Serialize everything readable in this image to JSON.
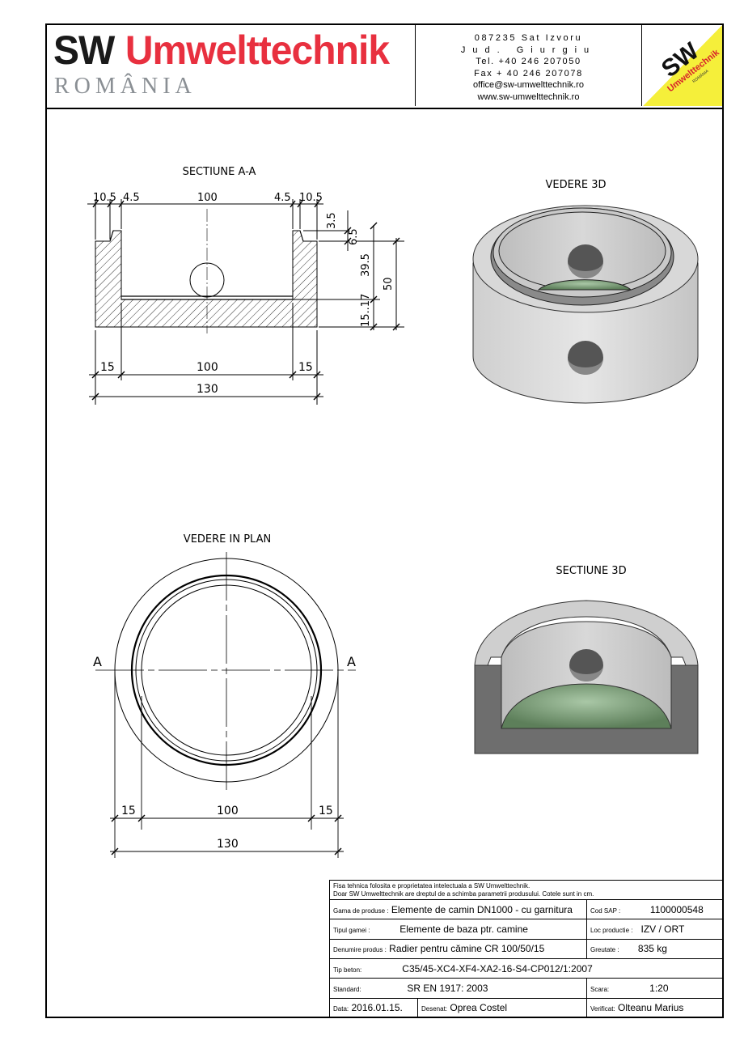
{
  "header": {
    "company": "SW",
    "brand": "Umwelttechnik",
    "country": "ROMÂNIA",
    "address_lines": [
      "087235 Sat Izvoru",
      "Jud. Giurgiu",
      "Tel. +40 246 207050",
      "Fax + 40 246 207078",
      "office@sw-umwelttechnik.ro",
      "www.sw-umwelttechnik.ro"
    ],
    "badge": {
      "sw": "SW",
      "brand": "Umwelttechnik",
      "country": "ROMÂNIA",
      "colors": {
        "background": "#f5ef3a",
        "red": "#d8232a"
      }
    }
  },
  "views": {
    "section_aa": {
      "title": "SECTIUNE A-A",
      "dims_top": [
        "10.5",
        "4.5",
        "100",
        "4.5",
        "10.5"
      ],
      "dims_right": [
        "3.5",
        "6.5",
        "39.5",
        "50",
        "15..17"
      ],
      "dims_bottom": [
        "15",
        "100",
        "15"
      ],
      "dim_total": "130"
    },
    "view_3d": {
      "title": "VEDERE 3D"
    },
    "plan": {
      "title": "VEDERE IN PLAN",
      "section_marks": [
        "A",
        "A"
      ],
      "dims_bottom": [
        "15",
        "100",
        "15"
      ],
      "dim_total": "130"
    },
    "section_3d": {
      "title": "SECTIUNE 3D"
    }
  },
  "title_block": {
    "note_line1": "Fisa tehnica folosita e proprietatea intelectuala a SW Umwelttechnik.",
    "note_line2": "Doar SW Umwelttechnik are dreptul de a schimba parametrii produsului. Cotele sunt in cm.",
    "gama_label": "Gama de produse :",
    "gama_value": "Elemente de camin DN1000 - cu garnitura",
    "sap_label": "Cod SAP :",
    "sap_value": "1100000548",
    "tip_gamei_label": "Tipul gamei :",
    "tip_gamei_value": "Elemente de baza ptr. camine",
    "loc_label": "Loc productie :",
    "loc_value": "IZV / ORT",
    "denumire_label": "Denumire produs :",
    "denumire_value": "Radier pentru cămine CR 100/50/15",
    "greutate_label": "Greutate :",
    "greutate_value": "835 kg",
    "beton_label": "Tip beton:",
    "beton_value": "C35/45-XC4-XF4-XA2-16-S4-CP012/1:2007",
    "standard_label": "Standard:",
    "standard_value": "SR EN 1917: 2003",
    "scara_label": "Scara:",
    "scara_value": "1:20",
    "data_label": "Data:",
    "data_value": "2016.01.15.",
    "desenat_label": "Desenat:",
    "desenat_value": "Oprea Costel",
    "verificat_label": "Verificat:",
    "verificat_value": "Olteanu Marius"
  }
}
